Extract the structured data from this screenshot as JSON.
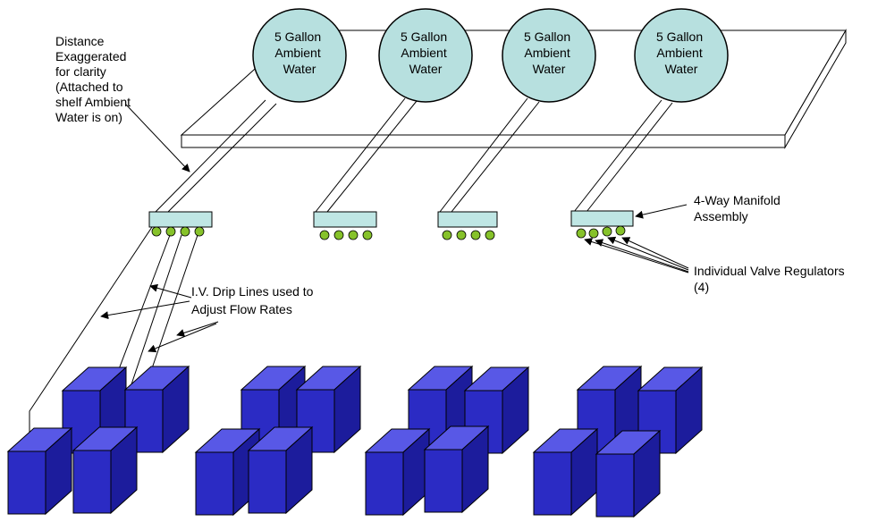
{
  "tanks": [
    {
      "label": [
        "5 Gallon",
        "Ambient",
        "Water"
      ]
    },
    {
      "label": [
        "5 Gallon",
        "Ambient",
        "Water"
      ]
    },
    {
      "label": [
        "5 Gallon",
        "Ambient",
        "Water"
      ]
    },
    {
      "label": [
        "5 Gallon",
        "Ambient",
        "Water"
      ]
    }
  ],
  "annotations": {
    "distance_note": [
      "Distance",
      "Exaggerated",
      "for clarity",
      "(Attached to",
      "shelf Ambient",
      "Water is on)"
    ],
    "manifold_note": [
      "4-Way Manifold",
      "Assembly"
    ],
    "valve_note": [
      "Individual Valve Regulators",
      "(4)"
    ],
    "iv_note": [
      "I.V.  Drip Lines used to",
      "Adjust Flow Rates"
    ]
  },
  "colors": {
    "tank_fill": "#b7e0df",
    "manifold_fill": "#bfe6e4",
    "valve_fill": "#86c22a",
    "box_front": "#2b2bc4",
    "box_top": "#5858e6",
    "box_side": "#1c1c9c",
    "line": "#000000"
  }
}
